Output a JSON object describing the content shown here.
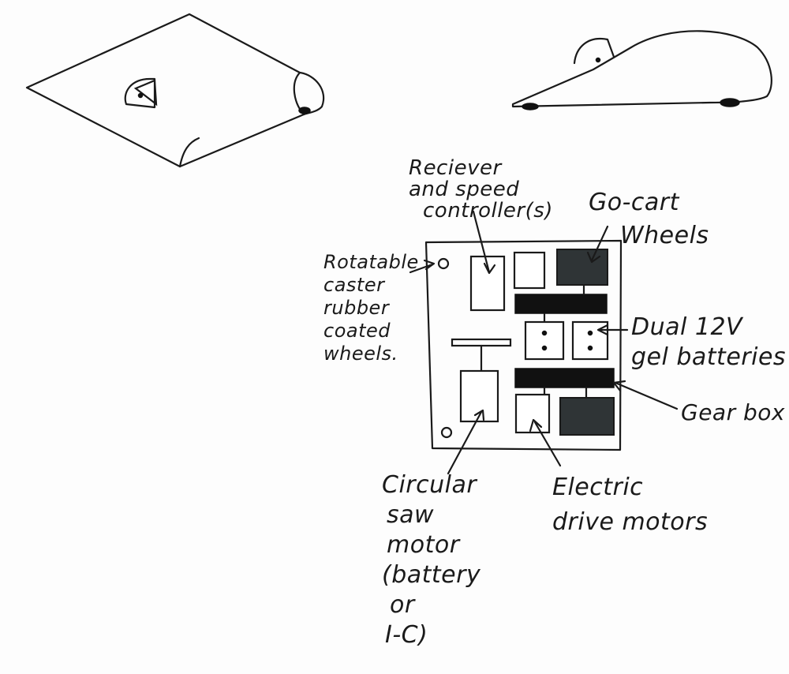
{
  "labels": {
    "receiver": [
      "Reciever",
      "and speed",
      "controller(s)"
    ],
    "go_cart": [
      "Go-cart",
      "Wheels"
    ],
    "rotatable": [
      "Rotatable",
      "caster",
      "rubber",
      "coated",
      "wheels."
    ],
    "dual_batteries": [
      "Dual 12V",
      "gel batteries"
    ],
    "gear_box": "Gear box",
    "circular_saw": [
      "Circular",
      "saw",
      "motor",
      "(battery",
      "or",
      "I-C)"
    ],
    "electric_motors": [
      "Electric",
      "drive motors"
    ]
  },
  "colors": {
    "ink": "#1a1a1a",
    "wheel_fill": "#2f3436",
    "gearbox_fill": "#111111",
    "paper": "#fdfdfd"
  }
}
